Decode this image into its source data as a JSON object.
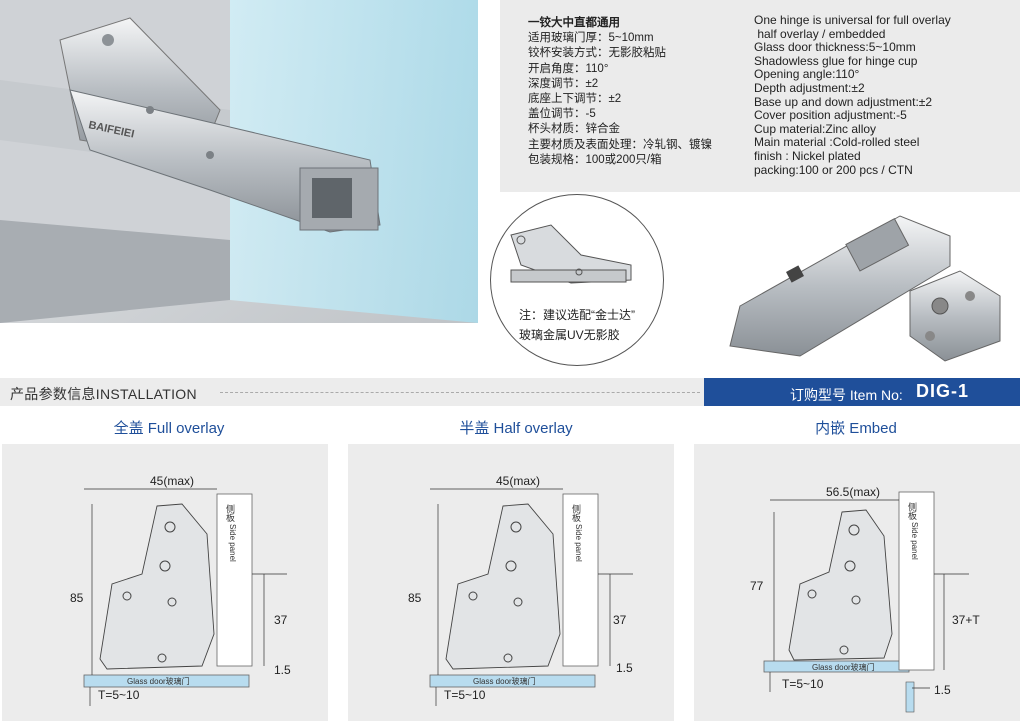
{
  "spec_cn": [
    "一铰大中直都通用",
    "适用玻璃门厚：5~10mm",
    "铰杯安装方式：无影胶粘贴",
    "开启角度：110°",
    "深度调节：±2",
    "底座上下调节：±2",
    "盖位调节：-5",
    "杯头材质：锌合金",
    "主要材质及表面处理：冷轧钢、镀镍",
    "包装规格：100或200只/箱"
  ],
  "spec_en": [
    "One hinge is universal for full overlay",
    " half overlay / embedded",
    "Glass door thickness:5~10mm",
    "Shadowless glue for hinge cup",
    "Opening angle:110°",
    "Depth adjustment:±2",
    "Base up and down adjustment:±2",
    "Cover position adjustment:-5",
    "Cup material:Zinc alloy",
    "Main material :Cold-rolled steel",
    "finish : Nickel plated",
    "packing:100 or 200 pcs / CTN"
  ],
  "note": {
    "line1": "注：建议选配“金士达”",
    "line2": "玻璃金属UV无影胶"
  },
  "bar": {
    "title": "产品参数信息INSTALLATION",
    "item_label": "订购型号 Item No:",
    "item_code": "DIG-1"
  },
  "brand": "BAIFEIEI",
  "diagrams": [
    {
      "title": "全盖 Full overlay",
      "width": "45(max)",
      "height": "85",
      "mid": "37",
      "gap": "1.5",
      "thick": "T=5~10",
      "glass": "Glass door玻璃门",
      "panel_cn": "侧板",
      "panel_en": "Side panel"
    },
    {
      "title": "半盖 Half overlay",
      "width": "45(max)",
      "height": "85",
      "mid": "37",
      "gap": "1.5",
      "thick": "T=5~10",
      "glass": "Glass door玻璃门",
      "panel_cn": "侧板",
      "panel_en": "Side panel"
    },
    {
      "title": "内嵌 Embed",
      "width": "56.5(max)",
      "height": "77",
      "mid": "37+T",
      "gap": "1.5",
      "thick": "T=5~10",
      "glass": "Glass door玻璃门",
      "panel_cn": "侧板",
      "panel_en": "Side panel"
    }
  ],
  "colors": {
    "accent": "#1f4f9a",
    "panel": "#ececec",
    "glass": "#b8dcef"
  }
}
